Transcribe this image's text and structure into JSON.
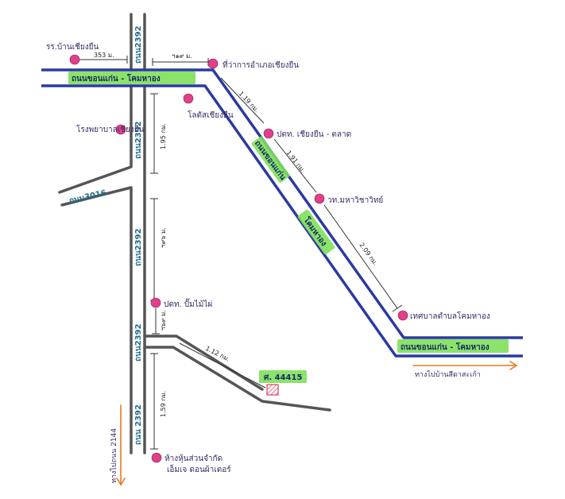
{
  "colors": {
    "main_road": "#2b3aa0",
    "gray_road": "#555555",
    "highlight": "#7ee05a",
    "marker": "#e0408a",
    "arrow": "#e87a1e",
    "road_label": "#1e6b8a",
    "text": "#3a2a66"
  },
  "roads": {
    "hwy_north": "ถนน2392",
    "hwy_west": "ถนน2392",
    "hwy_mid": "ถนน2392",
    "hwy_lower": "ถนน2392",
    "hwy_bottom": "ถนน 2392",
    "hwy_3016": "ถนน3016",
    "main_top": "ถนนขอนแก่น - โคมหาอง",
    "main_diag_1": "ถนนขอนแก่น",
    "main_diag_2": "โคมหาอง",
    "main_bottom": "ถนนขอนแก่น - โคมหาอง"
  },
  "places": {
    "school": "รร.บ้านเชียงยืน",
    "hospital": "โรงพยาบาลเชียงยืน",
    "lotus": "โลตัสเชียงยืน",
    "district_office": "ที่ว่าการอำเภอเชียงยืน",
    "ptt_market": "ปตท. เชียงยืน - ตลาด",
    "college": "วท.มหาวิชาวิทย์",
    "municipality": "เทศบาลตำบลโคมหาอง",
    "ptt_2": "ปตท. ปั๊มไม้ไผ่",
    "shop": "ห้างหุ้นส่วนจำกัด",
    "shop_sub": "เอ็มเจ ดอนผ้าเตอร์",
    "target": "ศ. 44415"
  },
  "distances": {
    "d_school": "353 ม.",
    "d_district": "ฯ๑๙ ม.",
    "d_lotus": "1.95 กม.",
    "d_ptt_market": "1.19 กม.",
    "d_college": "1.91 กม.",
    "d_municipality": "2.09 กม.",
    "d_ptt2": "ฯ๙๖ ม.",
    "d_junction": "ฯ๖๙ ม.",
    "d_target": "1.12 กม.",
    "d_shop": "1.59 กม."
  },
  "directions": {
    "to_east": "ทางไปบ้านสีดาสะเก้า",
    "to_south": "ทางไปถนน 2144"
  },
  "icons": {
    "place": "circle-marker-icon",
    "target": "hatched-square-icon",
    "arrow": "direction-arrow-icon"
  }
}
